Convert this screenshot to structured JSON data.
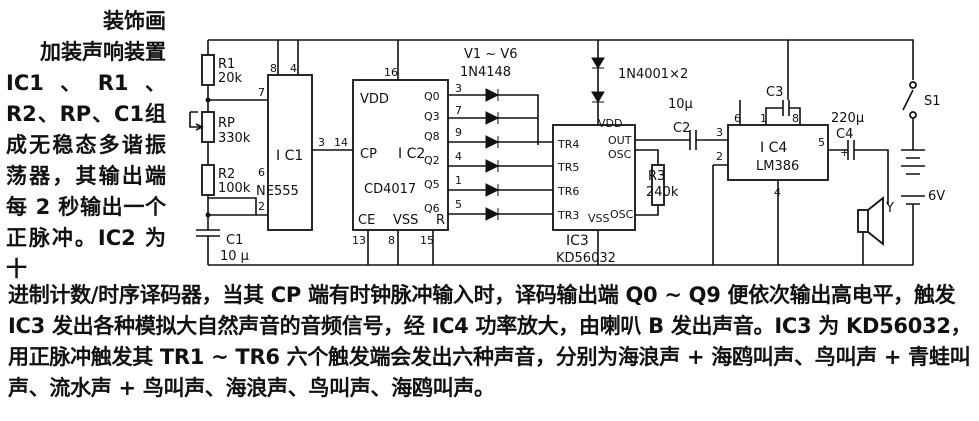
{
  "title": {
    "line1": "装饰画",
    "line2": "加装声响装置"
  },
  "side_paragraph": "IC1、R1、R2、RP、C1组成无稳态多谐振荡器，其输出端每 2 秒输出一个正脉冲。IC2 为十",
  "body_paragraph": "进制计数/时序译码器，当其 CP 端有时钟脉冲输入时，译码输出端 Q0 ~ Q9 便依次输出高电平，触发 IC3 发出各种模拟大自然声音的音频信号，经 IC4 功率放大，由喇叭 B 发出声音。IC3 为 KD56032，用正脉冲触发其 TR1 ~ TR6 六个触发端会发出六种声音，分别为海浪声 + 海鸥叫声、鸟叫声 + 青蛙叫声、流水声 + 鸟叫声、海浪声、鸟叫声、海鸥叫声。",
  "schematic": {
    "r1": "R1",
    "r1_val": "20k",
    "rp": "RP",
    "rp_val": "330k",
    "r2": "R2",
    "r2_val": "100k",
    "c1": "C1",
    "c1_val": "10 µ",
    "ic1": "I C1",
    "ic1_part": "NE555",
    "ic1_pins": [
      "8",
      "4",
      "7",
      "6",
      "2",
      "3"
    ],
    "ic2": "I C2",
    "ic2_part": "CD4017",
    "ic2_vdd": "VDD",
    "ic2_cp": "CP",
    "ic2_ce": "CE",
    "ic2_vss": "VSS",
    "ic2_r": "R",
    "ic2_pin16": "16",
    "ic2_pin14": "14",
    "ic2_pin13": "13",
    "ic2_pin8": "8",
    "ic2_pin15": "15",
    "ic2_outputs": [
      {
        "name": "Q0",
        "pin": "3"
      },
      {
        "name": "Q3",
        "pin": "7"
      },
      {
        "name": "Q8",
        "pin": "9"
      },
      {
        "name": "Q2",
        "pin": "4"
      },
      {
        "name": "Q5",
        "pin": "1"
      },
      {
        "name": "Q6",
        "pin": "5"
      }
    ],
    "diodes_label": "V1 ~ V6",
    "diodes_part": "1N4148",
    "diode2_label": "1N4001×2",
    "ic3": "IC3",
    "ic3_part": "KD56032",
    "ic3_vdd": "VDD",
    "ic3_out": "OUT",
    "ic3_osc": "OSC",
    "ic3_vss": "VSS",
    "ic3_osc2": "OSC",
    "ic3_tr": [
      "TR4",
      "TR5",
      "TR6",
      "TR3"
    ],
    "r3": "R3",
    "r3_val": "240k",
    "c2": "C2",
    "c2_val": "10µ",
    "ic4": "I C4",
    "ic4_part": "LM386",
    "ic4_pins": [
      "3",
      "2",
      "6",
      "1",
      "8",
      "5",
      "4"
    ],
    "c3": "C3",
    "c4": "C4",
    "c4_val": "220µ",
    "speaker": "Y",
    "switch": "S1",
    "battery": "6V",
    "pin_plus": "+"
  }
}
